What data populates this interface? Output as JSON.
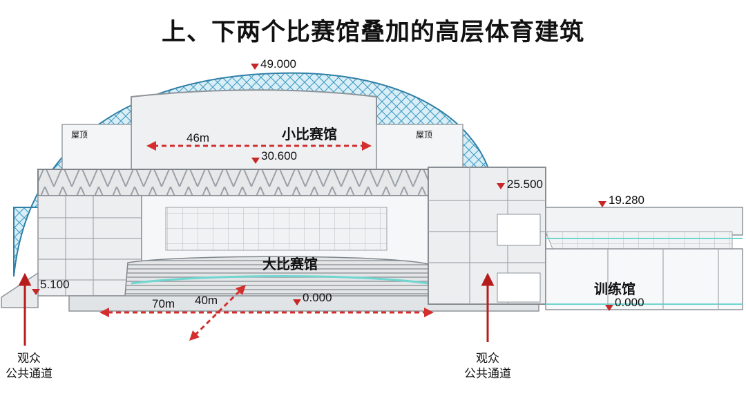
{
  "title": "上、下两个比赛馆叠加的高层体育建筑",
  "rooms": {
    "small_arena": "小比赛馆",
    "big_arena": "大比赛馆",
    "training_hall": "训练馆",
    "roof_left": "屋顶",
    "roof_right": "屋顶"
  },
  "elevations": {
    "top": "49.000",
    "small_floor": "30.600",
    "tower": "25.500",
    "training_roof": "19.280",
    "stand_left": "5.100",
    "arena_floor": "0.000",
    "training_floor": "0.000"
  },
  "dimensions": {
    "small_span": "46m",
    "big_length": "70m",
    "big_width": "40m"
  },
  "public_passage_left": {
    "line1": "观众",
    "line2": "公共通道"
  },
  "public_passage_right": {
    "line1": "观众",
    "line2": "公共通道"
  },
  "colors": {
    "dome_lattice": "#4fa6c8",
    "structure": "#c8ccd0",
    "accent_cyan": "#6fd6d0",
    "elevation_marker": "#c62828",
    "dimension_arrow": "#d32f2f"
  }
}
